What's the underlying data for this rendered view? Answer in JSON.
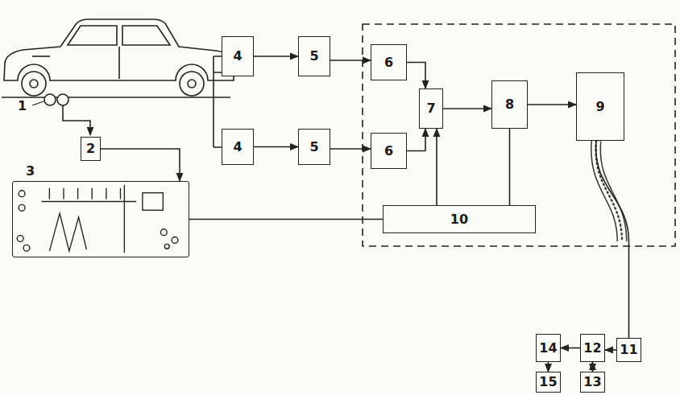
{
  "diagram": {
    "nodes": [
      {
        "text": [
          "4"
        ]
      },
      {
        "text": [
          "5"
        ]
      },
      {
        "text": [
          "6"
        ]
      },
      {
        "text": [
          "7"
        ]
      },
      {
        "text": [
          "8"
        ]
      },
      {
        "text": [
          "9"
        ]
      },
      {
        "text": [
          "2"
        ]
      },
      {
        "text": [
          "4"
        ]
      },
      {
        "text": [
          "5"
        ]
      },
      {
        "text": [
          "6"
        ]
      },
      {
        "text": [
          "3"
        ]
      },
      {
        "text": [
          "10"
        ]
      },
      {
        "text": [
          "14"
        ]
      },
      {
        "text": [
          "12"
        ]
      },
      {
        "text": [
          "11"
        ]
      },
      {
        "text": [
          "13"
        ]
      },
      {
        "text": [
          "15"
        ]
      }
    ],
    "edges": [
      {
        "from": 0,
        "to": 1,
        "arrow": "to"
      },
      {
        "from": 1,
        "to": 2,
        "arrow": "to"
      },
      {
        "from": 2,
        "to": 3,
        "arrow": "to"
      },
      {
        "from": 9,
        "to": 3,
        "arrow": "to"
      },
      {
        "from": 7,
        "to": 8,
        "arrow": "to"
      },
      {
        "from": 8,
        "to": 9,
        "arrow": "to"
      },
      {
        "from": 3,
        "to": 4,
        "arrow": "to"
      },
      {
        "from": 4,
        "to": 5,
        "arrow": "to"
      },
      {
        "from": 6,
        "to": 10,
        "arrow": "to"
      },
      {
        "from": 10,
        "to": 11,
        "arrow": "none"
      },
      {
        "from": 11,
        "to": 3,
        "arrow": "to"
      },
      {
        "from": 11,
        "to": 4,
        "arrow": "none"
      },
      {
        "from": 5,
        "to": 14,
        "arrow": "none"
      },
      {
        "from": 14,
        "to": 13,
        "arrow": "to"
      },
      {
        "from": 13,
        "to": 12,
        "arrow": "to"
      },
      {
        "from": 12,
        "to": 16,
        "arrow": "to"
      },
      {
        "from": 13,
        "to": 15,
        "arrow": "both"
      }
    ],
    "labels": [
      "1"
    ]
  }
}
